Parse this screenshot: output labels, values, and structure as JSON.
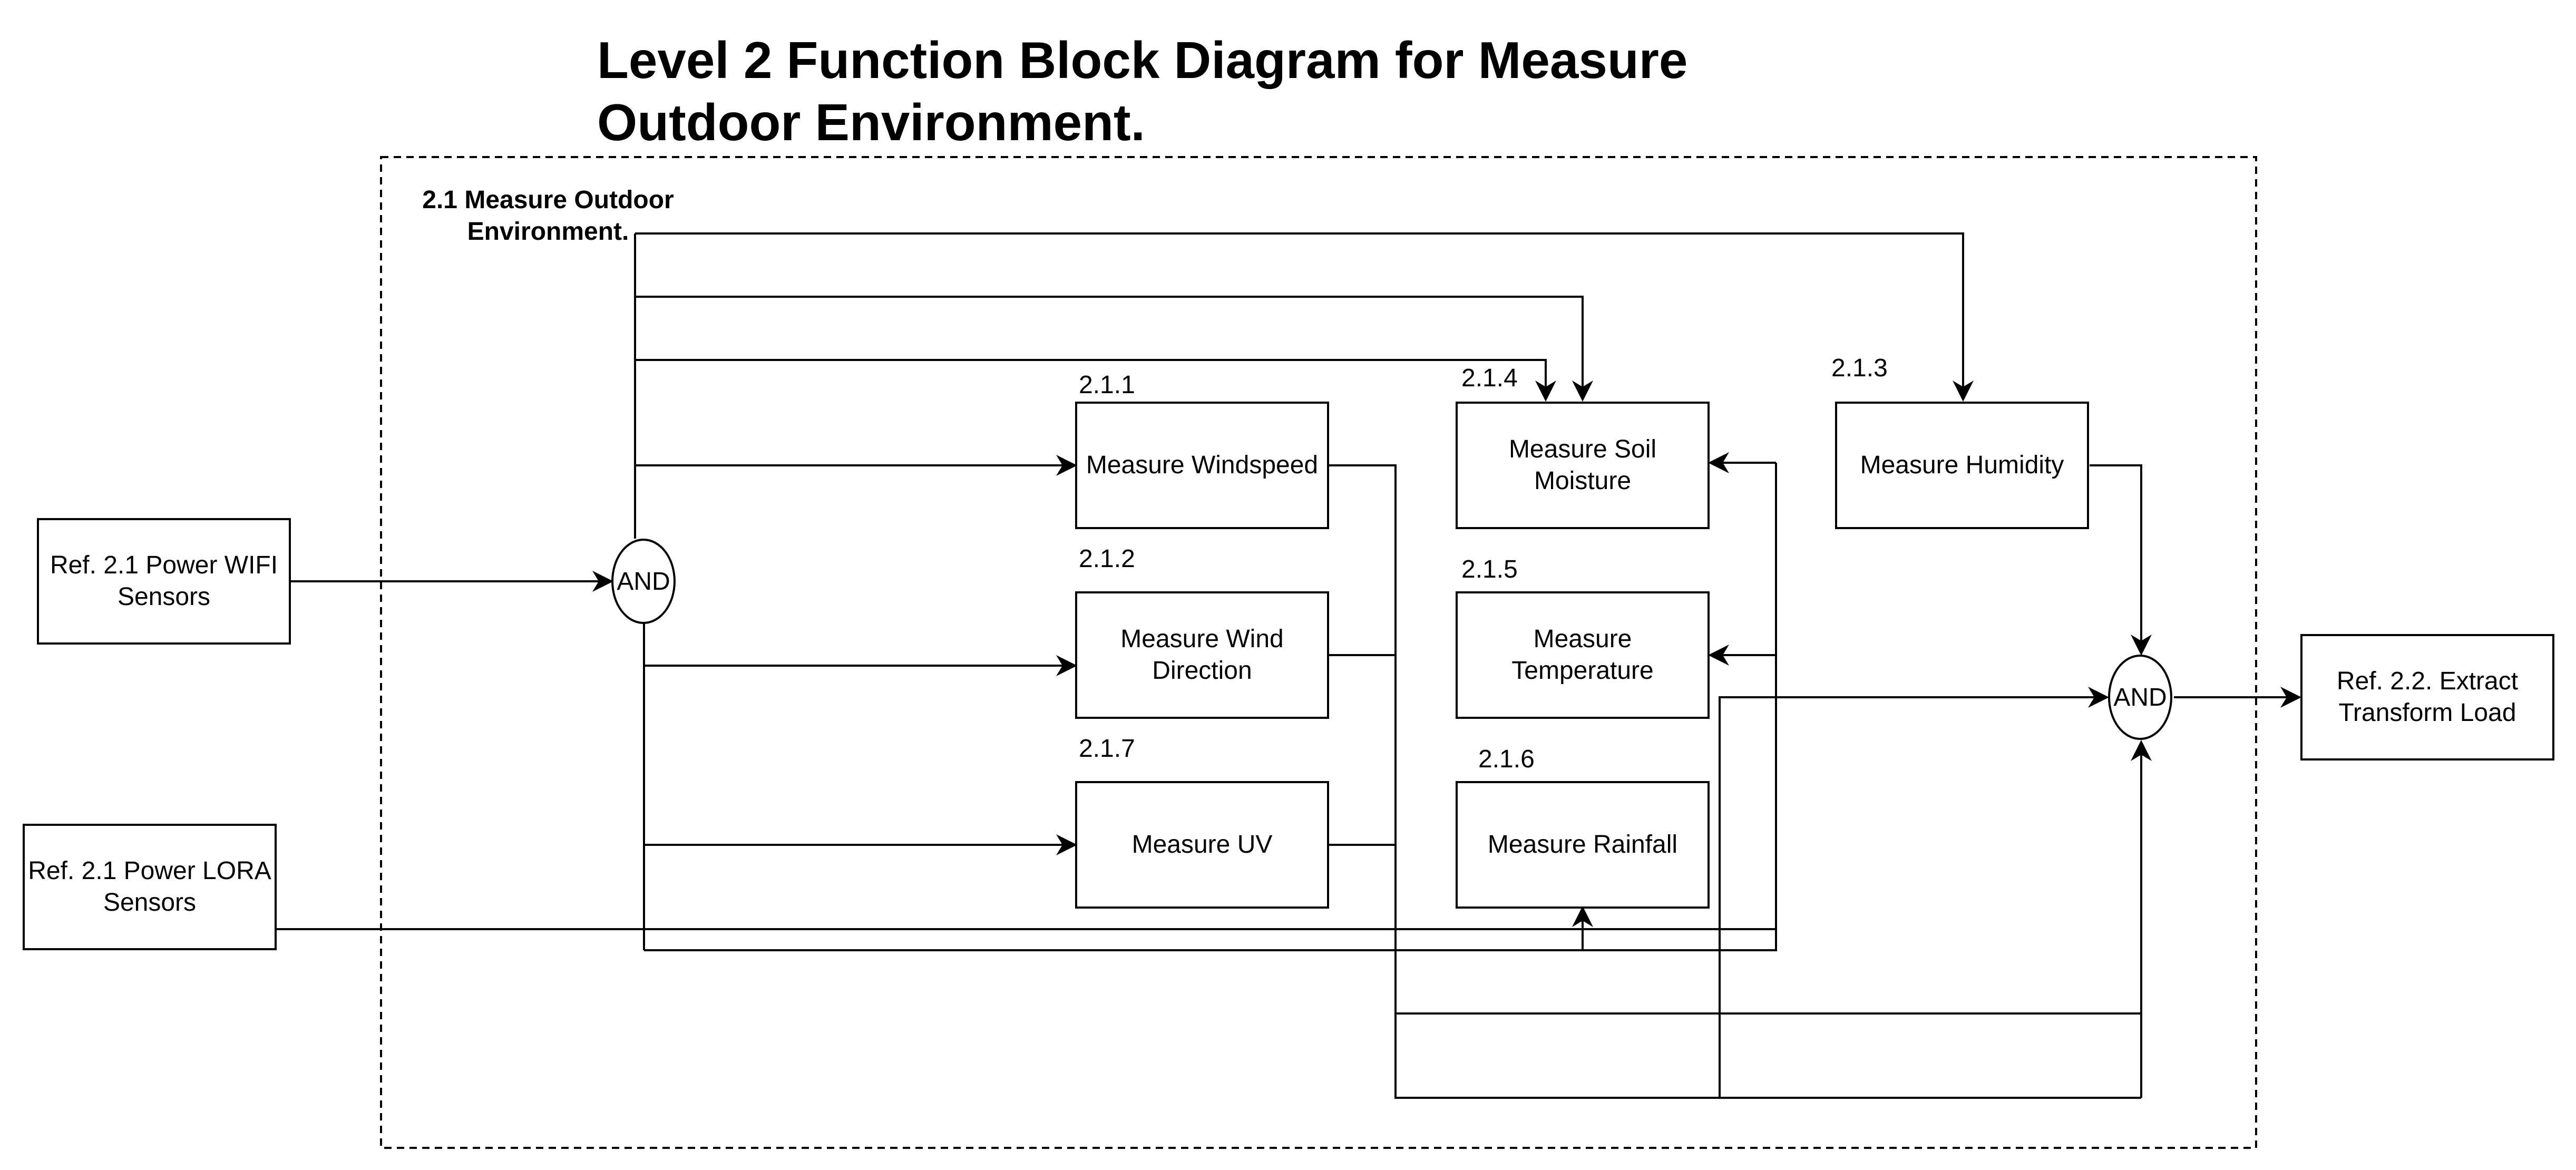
{
  "title": "Level 2 Function Block Diagram for Measure Outdoor Environment.",
  "frame_label": "2.1 Measure Outdoor Environment.",
  "external_inputs": {
    "wifi": "Ref. 2.1 Power WIFI Sensors",
    "lora": "Ref. 2.1 Power LORA Sensors"
  },
  "external_output": "Ref. 2.2. Extract Transform Load",
  "gates": {
    "input": "AND",
    "output": "AND"
  },
  "functions": {
    "windspeed": {
      "number": "2.1.1",
      "label": "Measure Windspeed"
    },
    "wind_direction": {
      "number": "2.1.2",
      "label": "Measure Wind Direction"
    },
    "uv": {
      "number": "2.1.7",
      "label": "Measure UV"
    },
    "soil_moisture": {
      "number": "2.1.4",
      "label": "Measure Soil Moisture"
    },
    "temperature": {
      "number": "2.1.5",
      "label": "Measure Temperature"
    },
    "rainfall": {
      "number": "2.1.6",
      "label": "Measure Rainfall"
    },
    "humidity": {
      "number": "2.1.3",
      "label": "Measure Humidity"
    }
  },
  "colors": {
    "line": "#000000",
    "background": "#ffffff"
  }
}
